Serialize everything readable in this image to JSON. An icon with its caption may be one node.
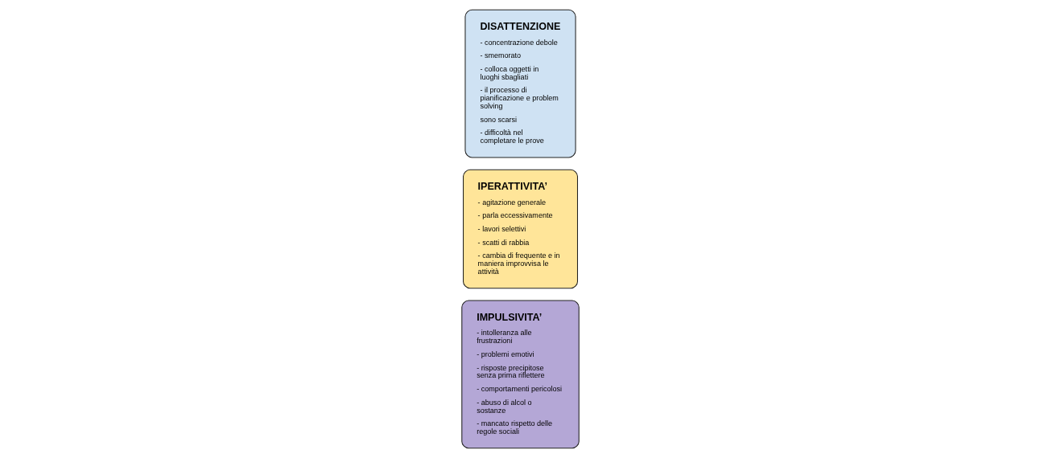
{
  "diagram": {
    "nodes": [
      {
        "text": [
          "DISATTENZIONE",
          "- concentrazione debole",
          "- smemorato",
          "- colloca oggetti in luoghi sbagliati",
          "- il processo di pianificazione e problem solving",
          "sono scarsi",
          "- difficoltà nel completare le prove"
        ]
      },
      {
        "text": [
          "IPERATTIVITA’",
          "- agitazione generale",
          "- parla eccessivamente",
          "- lavori selettivi",
          "- scatti di rabbia",
          "- cambia di frequente e in maniera improvvisa le attività"
        ]
      },
      {
        "text": [
          "IMPULSIVITA’",
          "- intolleranza alle frustrazioni",
          "- problemi emotivi",
          "- risposte precipitose senza prima riflettere",
          "- comportamenti pericolosi",
          "- abuso di alcol o sostanze",
          "- mancato rispetto delle regole sociali"
        ]
      }
    ]
  }
}
